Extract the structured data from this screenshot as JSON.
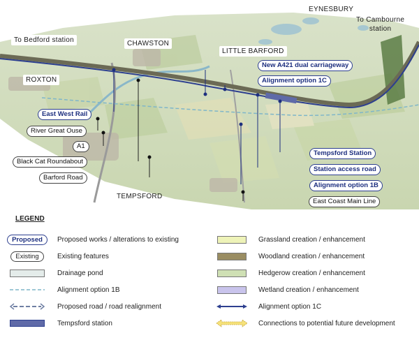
{
  "map": {
    "places": {
      "eynesbury": "EYNESBURY",
      "to_cambourne": "To Cambourne\nstation",
      "to_bedford": "To Bedford station",
      "chawston": "CHAWSTON",
      "little_barford": "LITTLE BARFORD",
      "roxton": "ROXTON",
      "tempsford": "TEMPSFORD"
    },
    "labels": {
      "new_a421": "New A421 dual carriageway",
      "alignment_1c": "Alignment option 1C",
      "east_west_rail": "East West Rail",
      "river_great_ouse": "River Great Ouse",
      "a1": "A1",
      "black_cat": "Black Cat Roundabout",
      "barford_road": "Barford Road",
      "tempsford_station": "Tempsford Station",
      "station_access_road": "Station access road",
      "alignment_1b": "Alignment option 1B",
      "east_coast_main_line": "East Coast Main Line"
    }
  },
  "legend": {
    "title": "LEGEND",
    "proposed_symbol": "Proposed",
    "existing_symbol": "Existing",
    "items": {
      "proposed": "Proposed works / alterations to existing",
      "existing": "Existing features",
      "drainage": "Drainage pond",
      "align1b": "Alignment option 1B",
      "road": "Proposed road / road realignment",
      "station": "Tempsford station",
      "grassland": "Grassland creation / enhancement",
      "woodland": "Woodland creation / enhancement",
      "hedgerow": "Hedgerow creation / enhancement",
      "wetland": "Wetland creation / enhancement",
      "align1c": "Alignment option 1C",
      "connections": "Connections to potential future development"
    },
    "colors": {
      "proposed_border": "#2d3f8f",
      "drainage": "#e4ecea",
      "align1b": "#7fb6c9",
      "road": "#6f7fa3",
      "station": "#5f6aa8",
      "grassland": "#eef3b8",
      "woodland": "#9a8d62",
      "hedgerow": "#cfe0b4",
      "wetland": "#c9c4ec",
      "align1c": "#2d3f8f",
      "connections": "#f6e27a"
    }
  }
}
